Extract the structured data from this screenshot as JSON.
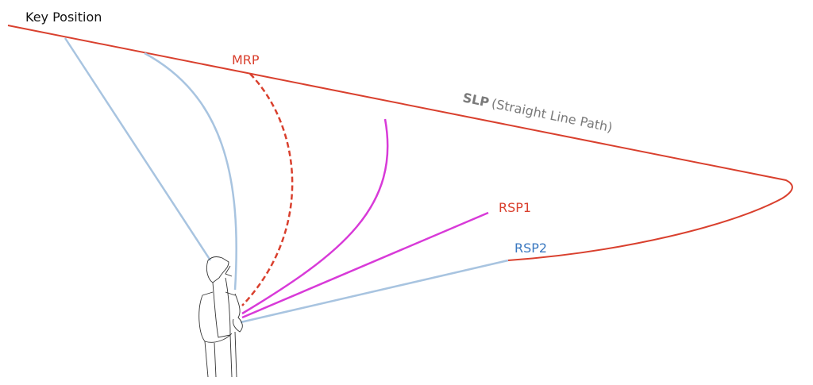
{
  "labels": {
    "key_position": "Key Position",
    "mrp": "MRP",
    "slp_bold": "SLP",
    "slp_desc": "(Straight Line Path)",
    "rsp1": "RSP1",
    "rsp2": "RSP2"
  },
  "colors": {
    "red": "#d9402e",
    "blue": "#a8c4e0",
    "blue_label": "#3a78c0",
    "magenta": "#d83ad8",
    "gray": "#7a7a7a"
  }
}
